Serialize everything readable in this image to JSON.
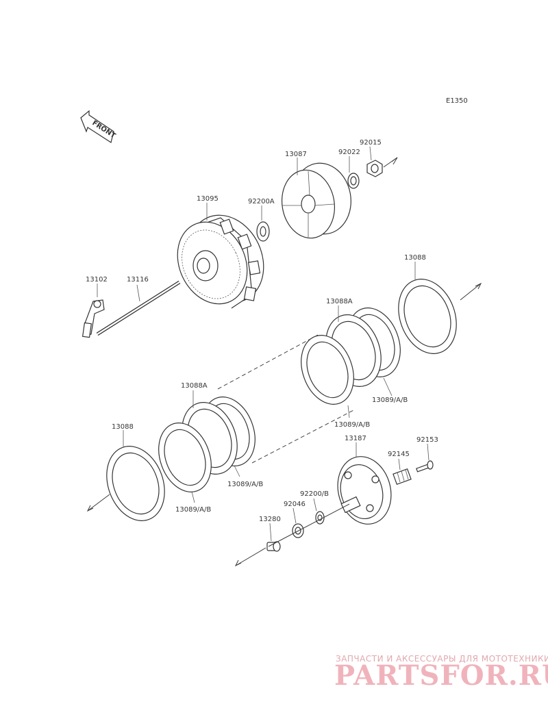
{
  "diagram_code": "E1350",
  "front_label": "FRONT",
  "parts": {
    "p13102": "13102",
    "p13116": "13116",
    "p13095": "13095",
    "p92200A": "92200A",
    "p13087": "13087",
    "p92022": "92022",
    "p92015": "92015",
    "p13088_top": "13088",
    "p13088A_top": "13088A",
    "p13089_top_a": "13089/A/B",
    "p13089_top_b": "13089/A/B",
    "p13088A_mid": "13088A",
    "p13088_left": "13088",
    "p13089_mid": "13089/A/B",
    "p13089_bottom": "13089/A/B",
    "p13187": "13187",
    "p92153": "92153",
    "p92145": "92145",
    "p92200B": "92200/B",
    "p92046": "92046",
    "p13280": "13280"
  },
  "watermark": {
    "tagline": "ЗАПЧАСТИ И АКСЕССУАРЫ ДЛЯ МОТОТЕХНИКИ",
    "brand": "PARTSFOR.RU"
  },
  "colors": {
    "line": "#333333",
    "watermark": "#f0b3bb"
  }
}
